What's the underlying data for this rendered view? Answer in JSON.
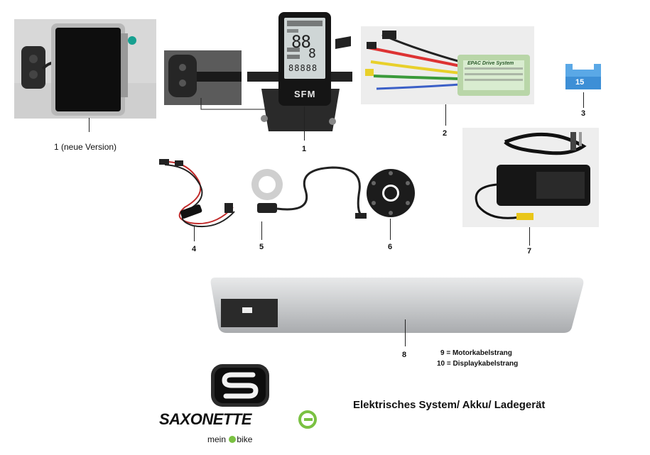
{
  "callouts": {
    "c1a": "1 (neue Version)",
    "c1b": "1",
    "c2": "2",
    "c3": "3",
    "c4": "4",
    "c5": "5",
    "c6": "6",
    "c7": "7",
    "c8": "8"
  },
  "legend": {
    "line1": "9 = Motorkabelstrang",
    "line2": "10 = Displaykabelstrang"
  },
  "heading": "Elektrisches System/ Akku/ Ladegerät",
  "brand": {
    "name": "SAXONETTE",
    "tagline_pre": "mein",
    "tagline_post": "bike"
  },
  "display": {
    "brand": "SFM",
    "digits_big": "88",
    "digits_small": "8",
    "odo": "88888"
  },
  "controller": {
    "title": "EPAC Drive System"
  },
  "fuse": {
    "rating": "15"
  },
  "colors": {
    "brand_green": "#7ac142",
    "lcd_bg": "#cfd6d6",
    "battery": "#c9cbcd"
  }
}
